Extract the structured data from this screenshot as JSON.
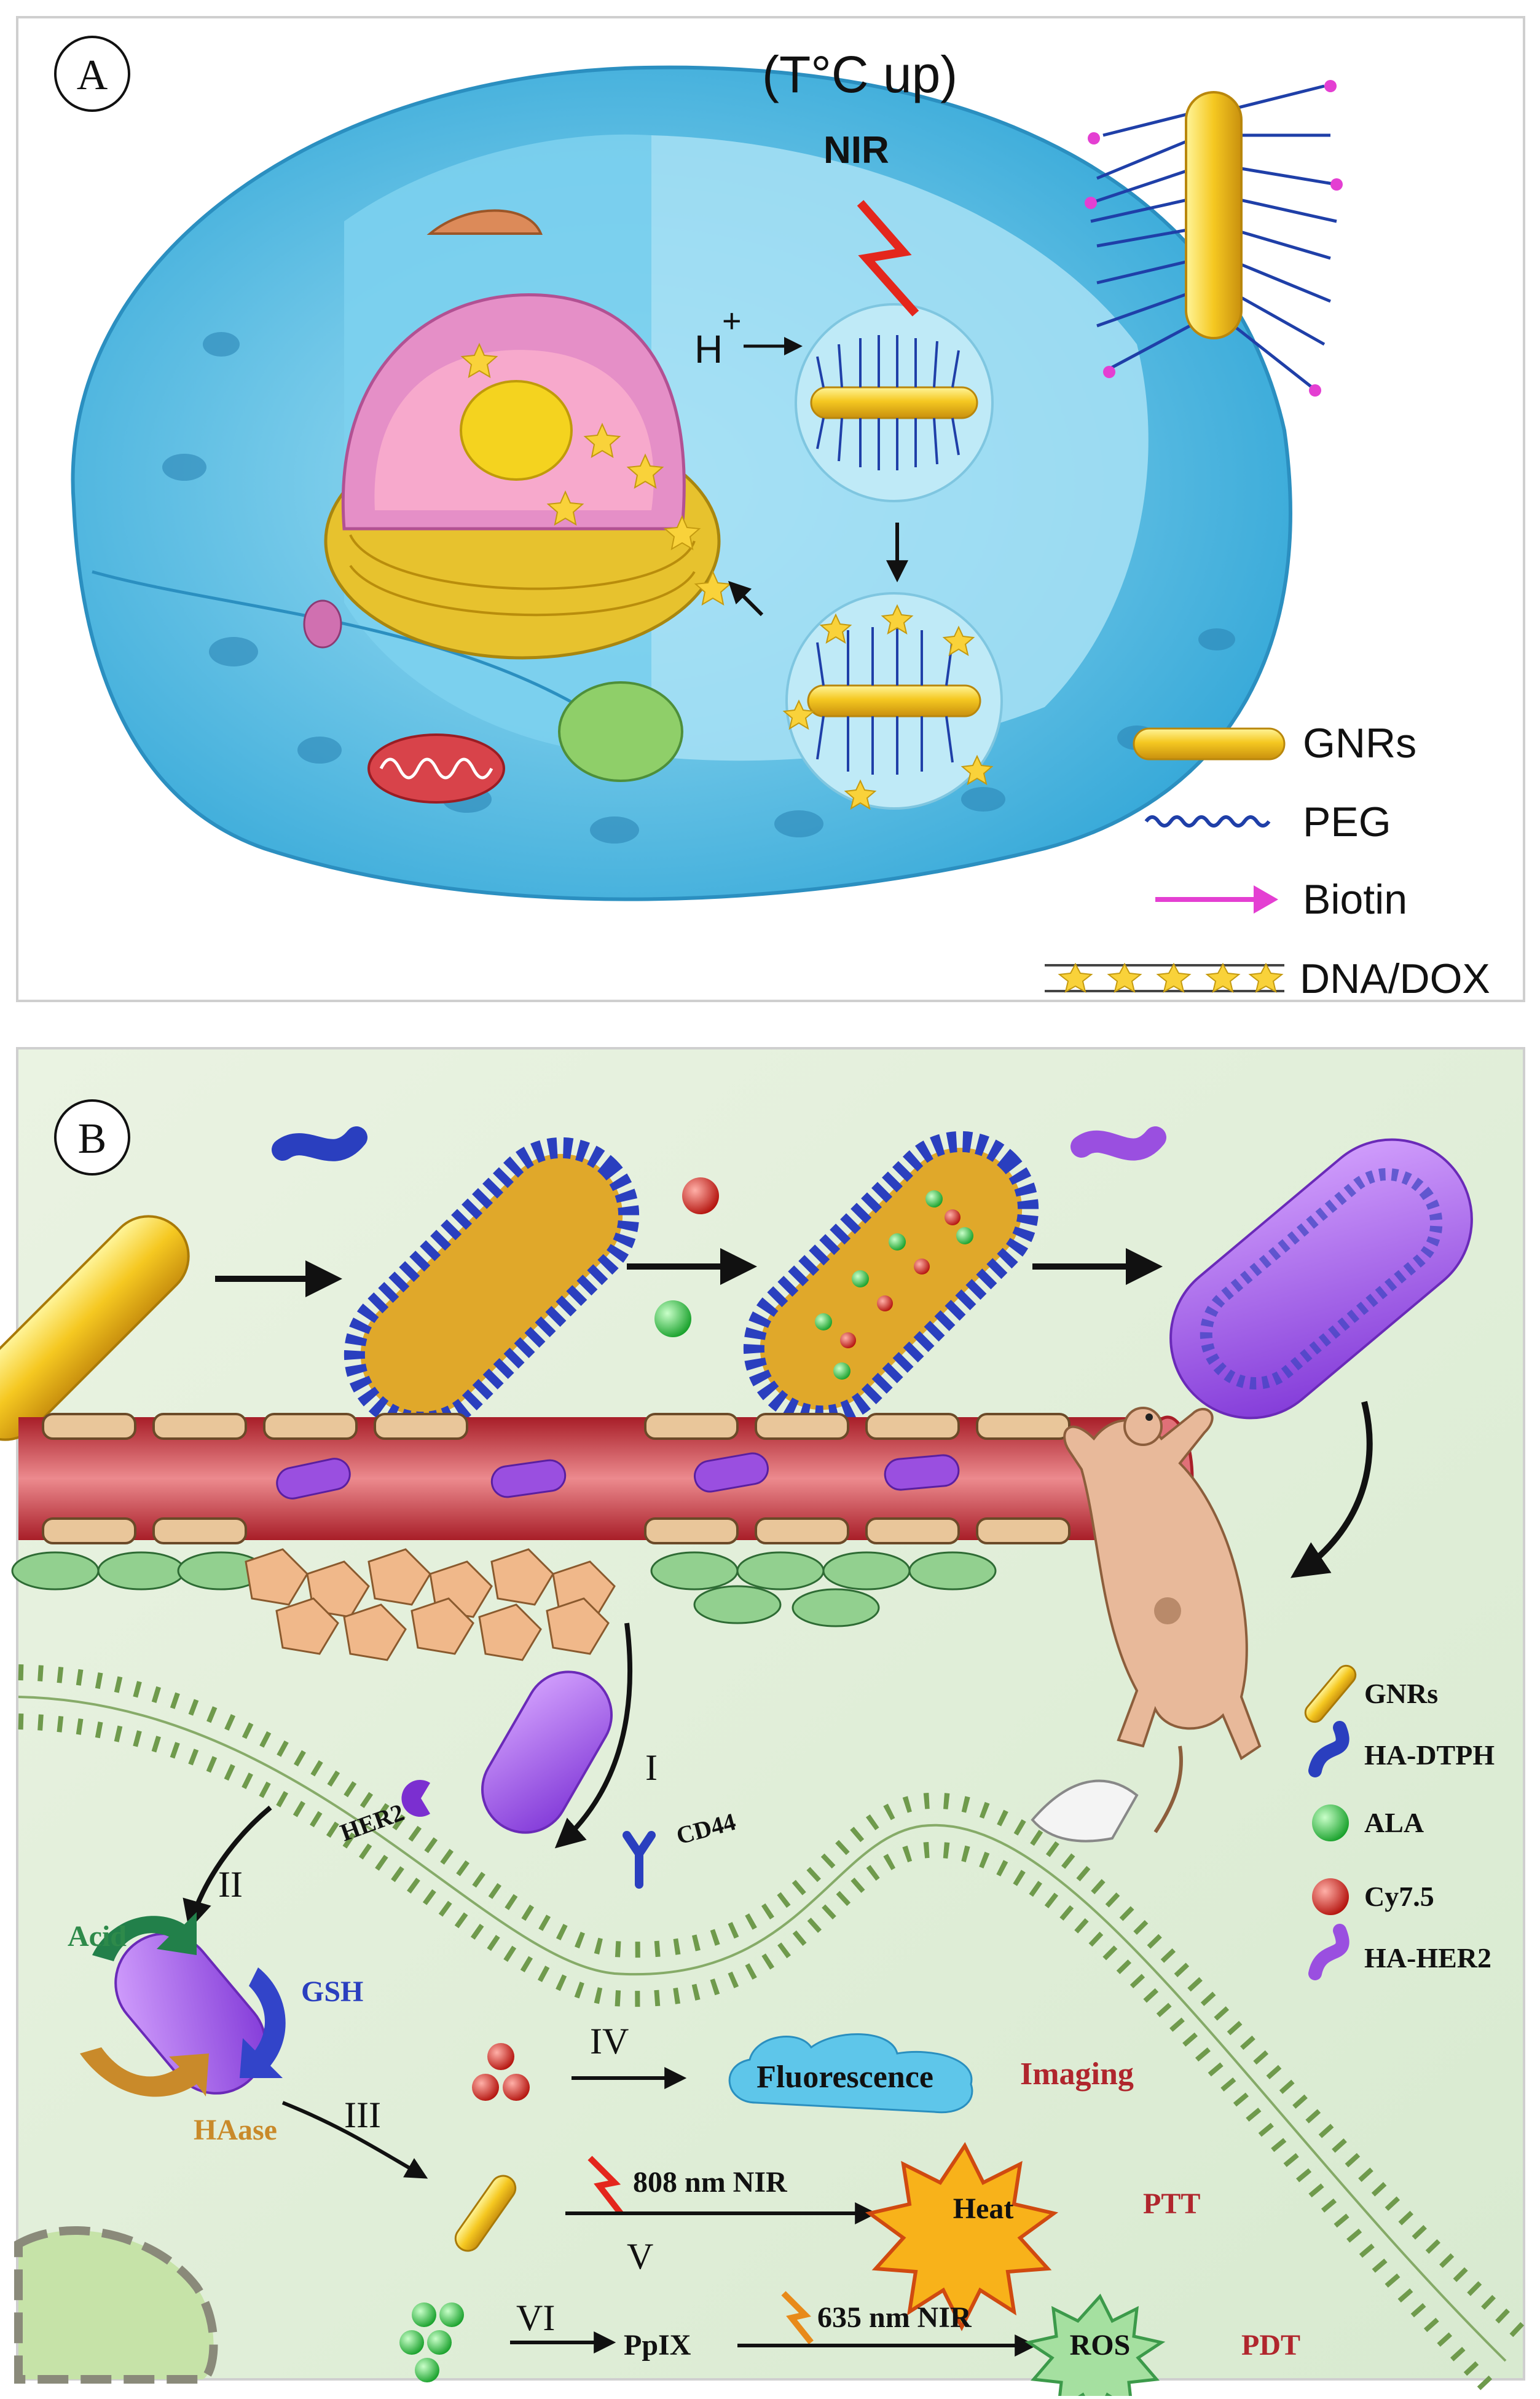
{
  "panel_a": {
    "label": "A",
    "temp_text": "(T°C up)",
    "nir_text": "NIR",
    "h_text": "H",
    "h_superscript": "+",
    "legend": [
      {
        "icon": "gold-nanorod-icon",
        "label": "GNRs"
      },
      {
        "icon": "peg-chain-icon",
        "label": "PEG"
      },
      {
        "icon": "biotin-arrow-icon",
        "label": "Biotin"
      },
      {
        "icon": "dna-dox-icon",
        "label": "DNA/DOX"
      }
    ]
  },
  "panel_b": {
    "label": "B",
    "labels": {
      "her2": "HER2",
      "cd44": "CD44",
      "step_1": "I",
      "step_2": "II",
      "step_3": "III",
      "step_4": "IV",
      "step_5": "V",
      "step_6": "VI",
      "acid": "Acid",
      "gsh": "GSH",
      "haase": "HAase",
      "fluorescence": "Fluorescence",
      "imaging": "Imaging",
      "nir_808": "808 nm NIR",
      "heat": "Heat",
      "ptt": "PTT",
      "ppix": "PpIX",
      "nir_635": "635 nm NIR",
      "ros": "ROS",
      "pdt": "PDT"
    },
    "legend": [
      {
        "icon": "gold-nanorod-icon",
        "label": "GNRs"
      },
      {
        "icon": "ha-dtph-icon",
        "label": "HA-DTPH"
      },
      {
        "icon": "ala-sphere-icon",
        "label": "ALA"
      },
      {
        "icon": "cy75-sphere-icon",
        "label": "Cy7.5"
      },
      {
        "icon": "ha-her2-icon",
        "label": "HA-HER2"
      }
    ]
  },
  "colors": {
    "cell_blue": "#5cc3e6",
    "gold": "#f2c319",
    "peg_blue": "#1f3fa8",
    "biotin_magenta": "#e43fd2",
    "vessel_red": "#c8333c",
    "membrane_green": "#6f9a4c",
    "hydrogel_purple": "#9a4fe0",
    "label_red": "#b0262d",
    "label_green": "#2e8a4a",
    "label_blue": "#2a3fbf",
    "label_orange": "#c98a2a"
  }
}
